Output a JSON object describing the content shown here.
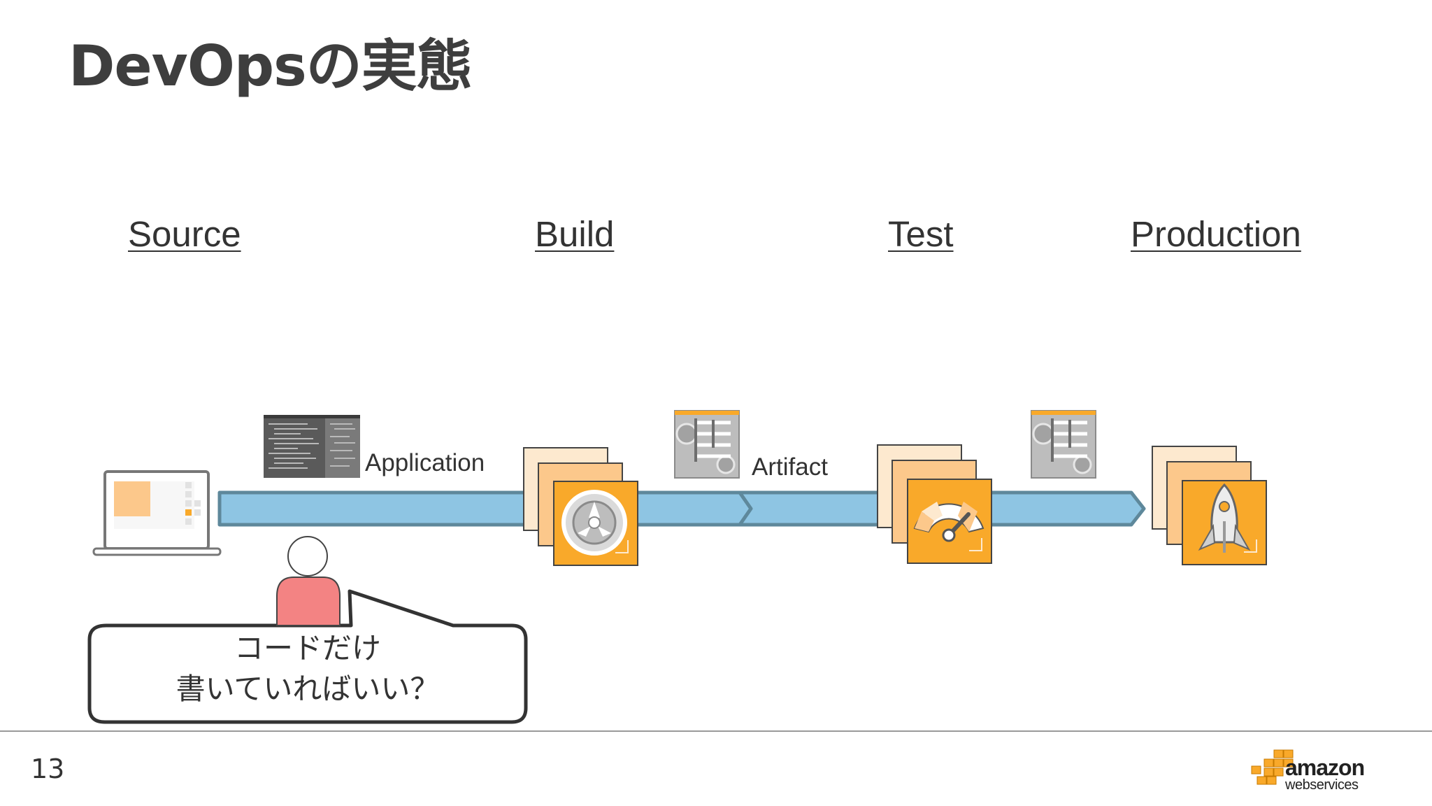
{
  "slide": {
    "title": "DevOpsの実態",
    "page_number": "13"
  },
  "stages": {
    "source": "Source",
    "build": "Build",
    "test": "Test",
    "production": "Production"
  },
  "flow": {
    "application_label": "Application",
    "artifact_label": "Artifact"
  },
  "bubble": {
    "line1": "コードだけ",
    "line2": "書いていればいい？"
  },
  "logo": {
    "word": "amazon",
    "sub": "webservices"
  },
  "colors": {
    "pipeline_fill": "#8ec5e3",
    "pipeline_stroke": "#5e889b",
    "aws_orange": "#f9a92a",
    "person_shirt": "#f38383",
    "title_text": "#3e3e3e"
  },
  "icons": {
    "source": "laptop-icon",
    "application": "code-editor-icon",
    "build": "gear-build-icon",
    "artifact": "artifact-package-icon",
    "test": "gauge-test-icon",
    "production": "rocket-deploy-icon",
    "developer": "person-icon"
  }
}
